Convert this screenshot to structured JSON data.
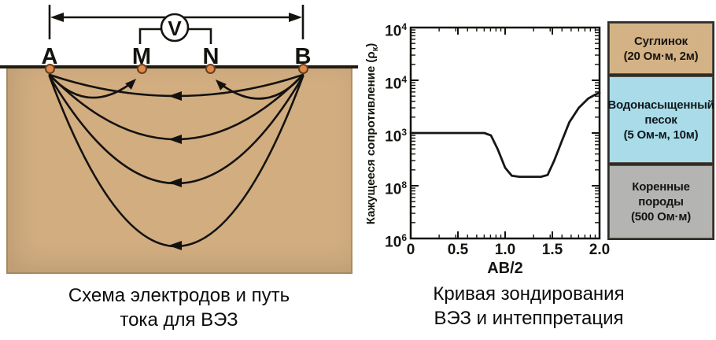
{
  "left_diagram": {
    "caption": [
      "Схема электродов и путь",
      "тока для ВЭЗ"
    ],
    "electrode_labels": {
      "a": "A",
      "m": "M",
      "n": "N",
      "b": "B"
    },
    "voltmeter_label": "V"
  },
  "chart": {
    "caption": [
      "Кривая зондирования",
      "ВЭЗ и интеппретация"
    ],
    "ylabel_pre": "Кажущееся сопротивление (ρ",
    "ylabel_sub": "к",
    "ylabel_post": ")",
    "xlabel": "АВ/2",
    "x_tick_labels": [
      "0",
      "0.5",
      "1.0",
      "1.5",
      "2.0"
    ],
    "y_tick_labels": [
      {
        "base": "10",
        "exp": "4"
      },
      {
        "base": "10",
        "exp": "4"
      },
      {
        "base": "10",
        "exp": "3"
      },
      {
        "base": "10",
        "exp": "8"
      },
      {
        "base": "10",
        "exp": "6"
      }
    ]
  },
  "chart_data": {
    "type": "line",
    "title": "",
    "xlabel": "АВ/2",
    "ylabel": "Кажущееся сопротивление (ρк)",
    "x_scale": "linear",
    "y_scale": "log",
    "xlim": [
      0,
      2
    ],
    "x_ticks": [
      0,
      0.5,
      1.0,
      1.5,
      2.0
    ],
    "y_tick_labels_top_to_bottom": [
      "10⁴",
      "10⁴",
      "10³",
      "10⁸",
      "10⁶"
    ],
    "grid": false,
    "legend_position": "none",
    "series": [
      {
        "name": "Кривая зондирования ВЭЗ",
        "x": [
          0,
          0.78,
          0.85,
          0.92,
          1.0,
          1.07,
          1.15,
          1.38,
          1.45,
          1.52,
          1.6,
          1.68,
          1.78,
          1.88,
          1.95,
          2.0
        ],
        "y": [
          1000,
          1000,
          900,
          500,
          220,
          155,
          148,
          148,
          160,
          300,
          700,
          1600,
          3000,
          4500,
          5300,
          5800
        ]
      }
    ]
  },
  "legend_layers": [
    {
      "lines": [
        "Суглинок",
        "(20 Ом·м, 2м)"
      ],
      "color": "#d3b286",
      "text_color": "#181410"
    },
    {
      "lines": [
        "Водонасыщенный",
        "песок",
        "(5 Ом-м, 10м)"
      ],
      "color": "#a9dbe9",
      "text_color": "#10181b"
    },
    {
      "lines": [
        "Коренные",
        "породы",
        "(500 Ом·м)"
      ],
      "color": "#b4b4b3",
      "text_color": "#141414"
    }
  ],
  "colors": {
    "ground": "#d1ad80",
    "surface_line": "#211b12",
    "electrode": "#e2894a",
    "stroke": "#15130f",
    "curve": "#181512"
  }
}
